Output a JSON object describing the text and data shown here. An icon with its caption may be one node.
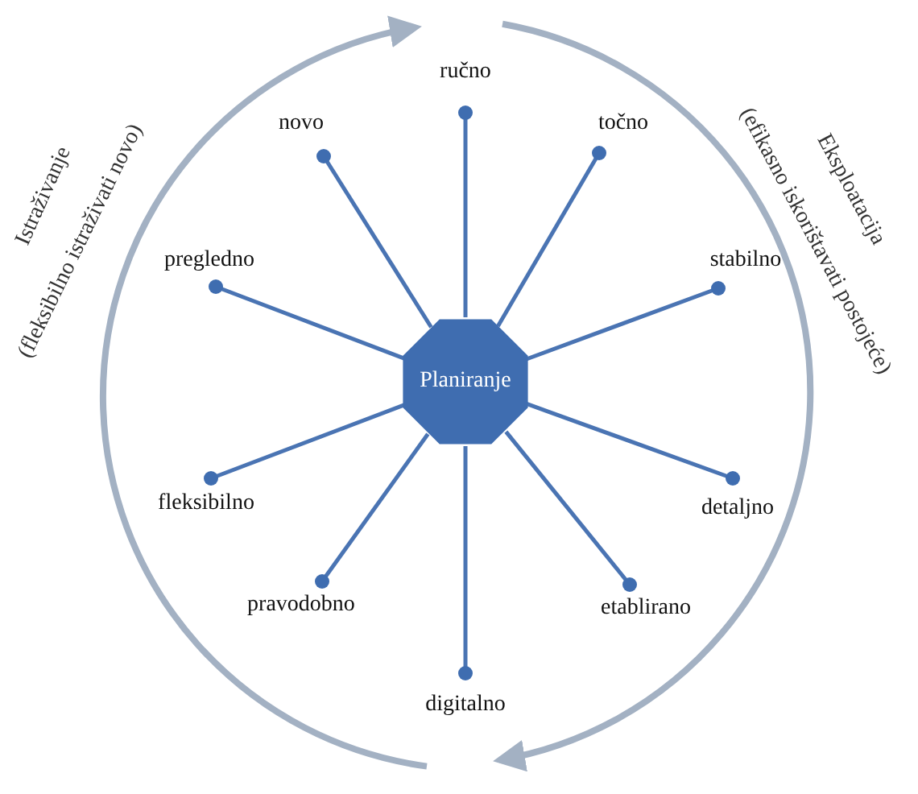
{
  "diagram": {
    "nodes": [
      {
        "text": [
          "Planiranje"
        ]
      },
      {
        "text": [
          "ručno"
        ]
      },
      {
        "text": [
          "točno"
        ]
      },
      {
        "text": [
          "stabilno"
        ]
      },
      {
        "text": [
          "detaljno"
        ]
      },
      {
        "text": [
          "etablirano"
        ]
      },
      {
        "text": [
          "digitalno"
        ]
      },
      {
        "text": [
          "pravodobno"
        ]
      },
      {
        "text": [
          "fleksibilno"
        ]
      },
      {
        "text": [
          "pregledno"
        ]
      },
      {
        "text": [
          "novo"
        ]
      }
    ],
    "edges": [
      {
        "from": 0,
        "to": 1,
        "arrow": "other"
      },
      {
        "from": 0,
        "to": 2,
        "arrow": "other"
      },
      {
        "from": 0,
        "to": 3,
        "arrow": "other"
      },
      {
        "from": 0,
        "to": 4,
        "arrow": "other"
      },
      {
        "from": 0,
        "to": 5,
        "arrow": "other"
      },
      {
        "from": 0,
        "to": 6,
        "arrow": "other"
      },
      {
        "from": 0,
        "to": 7,
        "arrow": "other"
      },
      {
        "from": 0,
        "to": 8,
        "arrow": "other"
      },
      {
        "from": 0,
        "to": 9,
        "arrow": "other"
      },
      {
        "from": 0,
        "to": 10,
        "arrow": "other"
      }
    ],
    "labels": [
      "Istraživanje",
      "(fleksibilno istraživati novo)",
      "Eksploatacija",
      "(efikasno iskorištavati postojeće)"
    ]
  }
}
